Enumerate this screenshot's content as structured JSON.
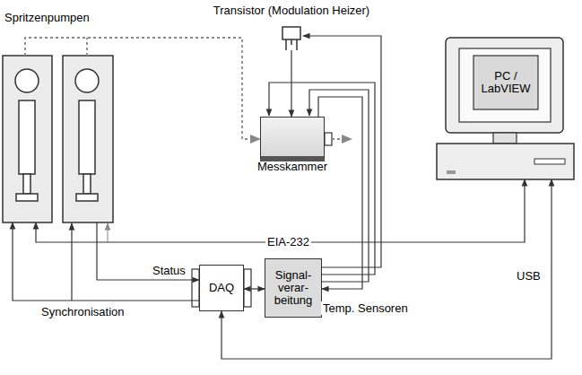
{
  "diagram": {
    "nodes": [
      {
        "text": [
          "Spritzenpumpen"
        ]
      },
      {
        "text": [
          "Transistor (Modulation Heizer)"
        ]
      },
      {
        "text": [
          "Messkammer"
        ]
      },
      {
        "text": [
          "PC / LabVIEW"
        ]
      },
      {
        "text": [
          "DAQ"
        ]
      },
      {
        "text": [
          "Signal- verar- beitung"
        ]
      }
    ],
    "edges": [
      {
        "from": 0,
        "to": 2,
        "arrow": "to"
      },
      {
        "from": 3,
        "to": 0,
        "label": "EIA-232",
        "arrow": "both"
      },
      {
        "from": 4,
        "to": 0,
        "label": "Synchronisation",
        "arrow": "to"
      },
      {
        "from": 0,
        "to": 4,
        "label": "Status",
        "arrow": "to"
      },
      {
        "from": 1,
        "to": 2,
        "arrow": "to"
      },
      {
        "from": 5,
        "to": 1,
        "arrow": "to"
      },
      {
        "from": 2,
        "to": 5,
        "label": "Temp. Sensoren",
        "arrow": "to"
      },
      {
        "from": 5,
        "to": 4,
        "arrow": "both"
      },
      {
        "from": 3,
        "to": 4,
        "label": "USB",
        "arrow": "both"
      }
    ]
  }
}
